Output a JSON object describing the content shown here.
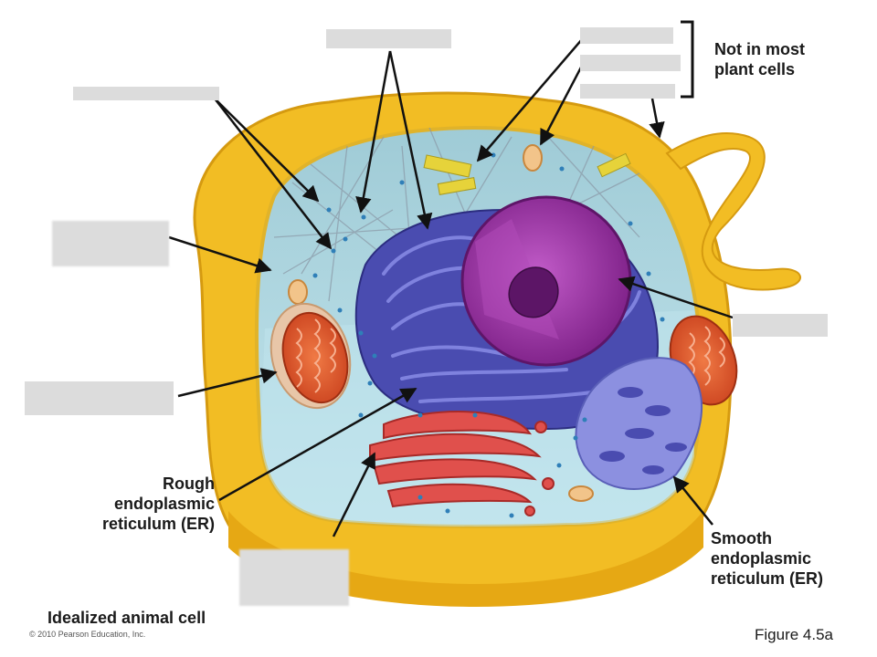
{
  "labels": {
    "not_in_most": [
      "Not in most",
      "plant cells"
    ],
    "rough_er": [
      "Rough",
      "endoplasmic",
      "reticulum (ER)"
    ],
    "smooth_er": [
      "Smooth",
      "endoplasmic",
      "reticulum (ER)"
    ]
  },
  "title": "Idealized animal cell",
  "copyright": "© 2010 Pearson Education, Inc.",
  "figure": "Figure 4.5a",
  "colors": {
    "cell_membrane": "#f0b91a",
    "cytoplasm": "#a8d4dc",
    "rough_er": "#3d3fa6",
    "smooth_er": "#7a7fd6",
    "nucleus": "#9a2f9e",
    "mitochondria": "#e0562a",
    "golgi": "#d9403e",
    "ribosome": "#2f7fb8",
    "label_mask": "#dcdcdc"
  }
}
